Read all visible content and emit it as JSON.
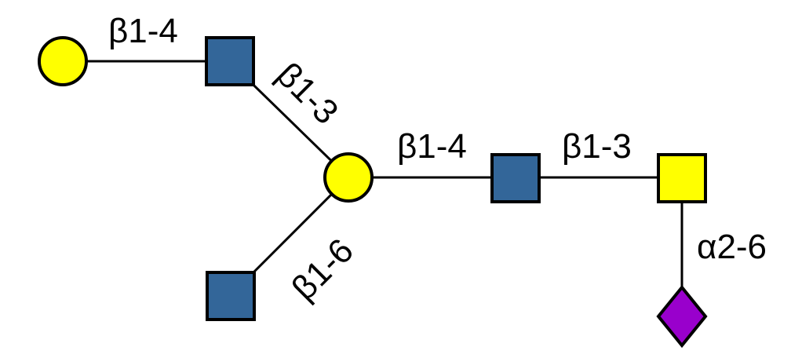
{
  "diagram": {
    "type": "glycan-structure",
    "colors": {
      "galactose": "#FFFF00",
      "glcnac": "#336699",
      "galnac": "#FFFF00",
      "sialic_acid": "#9900CC",
      "line": "#000000"
    },
    "nodes": [
      {
        "id": "gal-terminal",
        "residue": "Gal",
        "shape": "circle"
      },
      {
        "id": "glcnac-upper",
        "residue": "GlcNAc",
        "shape": "square"
      },
      {
        "id": "gal-branch",
        "residue": "Gal",
        "shape": "circle"
      },
      {
        "id": "glcnac-lower",
        "residue": "GlcNAc",
        "shape": "square"
      },
      {
        "id": "glcnac-mid",
        "residue": "GlcNAc",
        "shape": "square"
      },
      {
        "id": "galnac-root",
        "residue": "GalNAc",
        "shape": "square"
      },
      {
        "id": "neuac",
        "residue": "NeuAc",
        "shape": "diamond"
      }
    ],
    "links": [
      {
        "from": "gal-terminal",
        "to": "glcnac-upper",
        "label": "β1-4"
      },
      {
        "from": "glcnac-upper",
        "to": "gal-branch",
        "label": "β1-3"
      },
      {
        "from": "glcnac-lower",
        "to": "gal-branch",
        "label": "β1-6"
      },
      {
        "from": "gal-branch",
        "to": "glcnac-mid",
        "label": "β1-4"
      },
      {
        "from": "glcnac-mid",
        "to": "galnac-root",
        "label": "β1-3"
      },
      {
        "from": "neuac",
        "to": "galnac-root",
        "label": "α2-6"
      }
    ]
  }
}
